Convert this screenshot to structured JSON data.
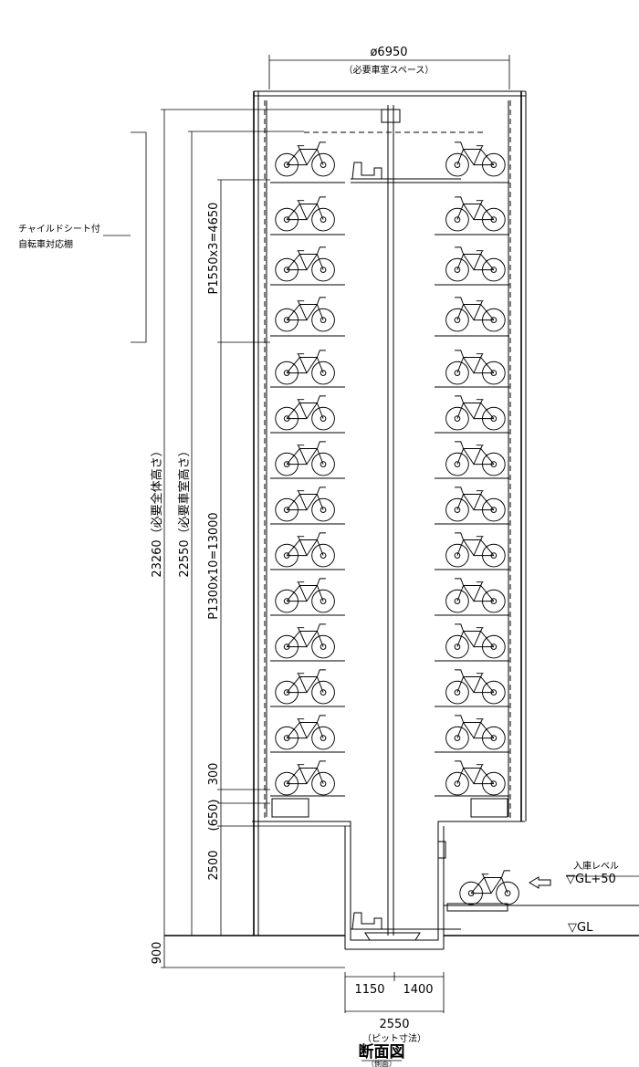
{
  "title": "断面図",
  "subtitle": "（側面）",
  "dimensions": {
    "width": "ø6950",
    "width_note": "（必要車室スペース）",
    "total_height": "23260（必要全体高さ）",
    "room_height": "22550（必要車室高さ）",
    "child_pitch": "P1550x3=4650",
    "std_pitch": "P1300x10=13000",
    "d300": "300",
    "d650": "(650)",
    "d2500": "2500",
    "d900": "900",
    "pit_left": "1150",
    "pit_right": "1400",
    "pit_total": "2550",
    "pit_note": "（ピット寸法）"
  },
  "annotations": {
    "child_seat_line1": "チャイルドシート付",
    "child_seat_line2": "自転車対応棚",
    "entry_level": "入庫レベル",
    "gl_plus": "▽GL+50",
    "gl": "▽GL"
  },
  "icons": {
    "bicycle": "bicycle-icon",
    "arrow": "entry-arrow-icon",
    "robot": "transfer-robot-icon"
  }
}
